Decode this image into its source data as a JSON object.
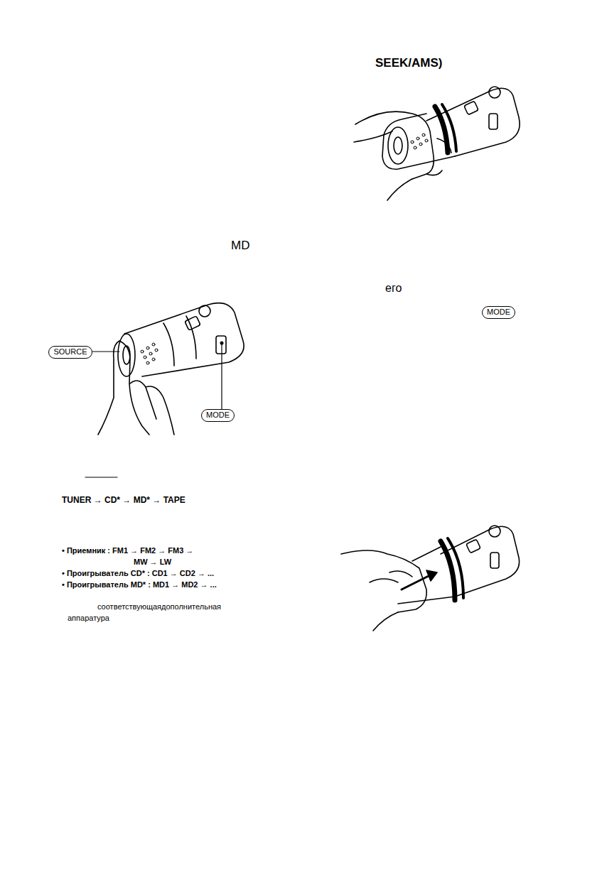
{
  "diagram": {
    "nodes": [
      {
        "text": [
          "SOURCE"
        ]
      },
      {
        "text": [
          "MODE"
        ]
      },
      {
        "text": [
          "MODE"
        ]
      }
    ],
    "labels": [
      "SEEK/AMS)",
      "MD",
      "его",
      "TUNER → CD* → MD* → TAPE",
      "• Приемник : FM1 → FM2 → FM3 →",
      "MW → LW",
      "• Проигрыватель CD* : CD1 → CD2 → ...",
      "• Проигрыватель MD* : MD1 → MD2 → ...",
      "соответствующаядополнительная",
      "аппаратура"
    ]
  }
}
